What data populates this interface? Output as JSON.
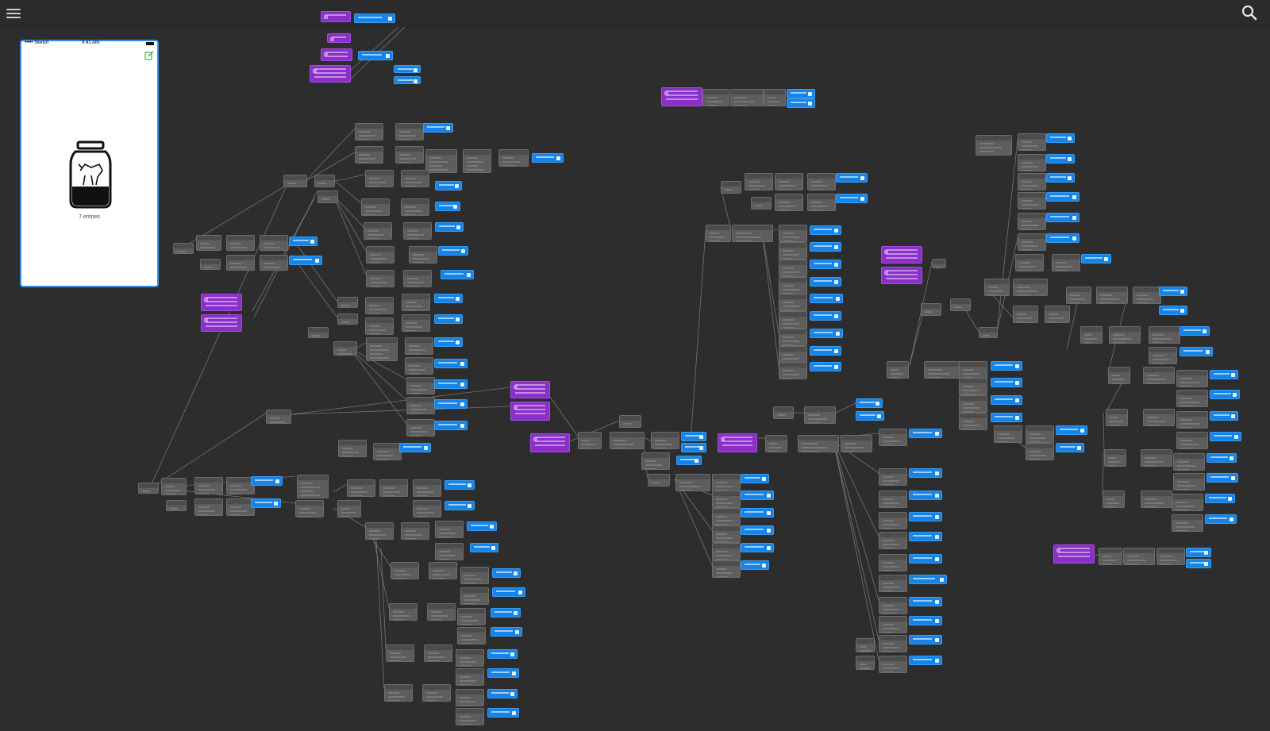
{
  "toolbar": {
    "menu_icon": "hamburger-menu-icon",
    "search_icon": "search-icon"
  },
  "preview": {
    "carrier": "••••• Sketch",
    "time": "9:41 AM",
    "edit_icon": "edit-compose-icon",
    "illustration": "jar-with-animal-icon",
    "entries_label": "7 entries"
  },
  "colors": {
    "background": "#2d2d2d",
    "node": "#5d5d5d",
    "layer_node": "#8a2fc9",
    "output_node": "#1684e6",
    "preview_border": "#3b8ee8",
    "wire": "#8c8c8c"
  }
}
